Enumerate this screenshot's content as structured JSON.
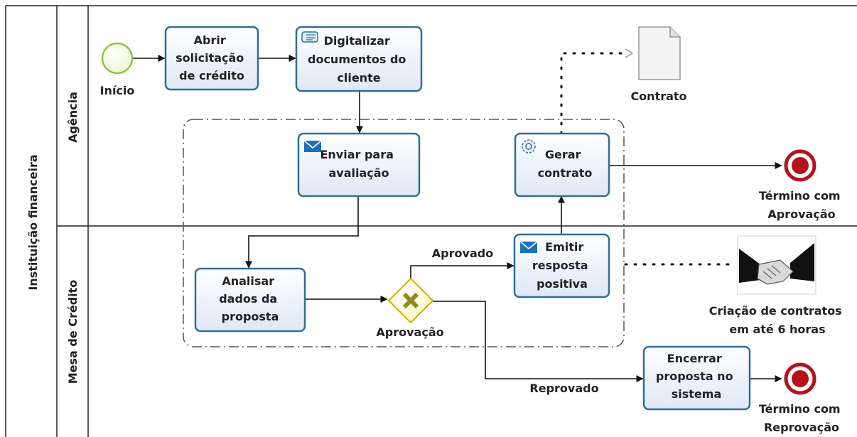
{
  "pool": {
    "label": "Instituição financeira"
  },
  "lanes": [
    {
      "label": "Agência"
    },
    {
      "label": "Mesa de Crédito"
    }
  ],
  "events": {
    "start": {
      "label": "Início"
    },
    "end_approval": {
      "label_lines": [
        "Término com",
        "Aprovação"
      ]
    },
    "end_rejection": {
      "label_lines": [
        "Término com",
        "Reprovação"
      ]
    }
  },
  "tasks": {
    "abrir": {
      "lines": [
        "Abrir",
        "solicitação",
        "de crédito"
      ],
      "icon": "none"
    },
    "digitalizar": {
      "lines": [
        "Digitalizar",
        "documentos do",
        "cliente"
      ],
      "icon": "manual-task-icon"
    },
    "enviar": {
      "lines": [
        "Enviar para",
        "avaliação"
      ],
      "icon": "envelope-icon"
    },
    "gerar": {
      "lines": [
        "Gerar",
        "contrato"
      ],
      "icon": "gear-icon"
    },
    "analisar": {
      "lines": [
        "Analisar",
        "dados da",
        "proposta"
      ],
      "icon": "none"
    },
    "emitir": {
      "lines": [
        "Emitir",
        "resposta",
        "positiva"
      ],
      "icon": "envelope-icon"
    },
    "encerrar": {
      "lines": [
        "Encerrar",
        "proposta no",
        "sistema"
      ],
      "icon": "none"
    }
  },
  "gateway": {
    "label": "Aprovação",
    "type": "exclusive"
  },
  "flow_labels": {
    "aprovado": "Aprovado",
    "reprovado": "Reprovado"
  },
  "artifacts": {
    "contrato": {
      "label": "Contrato"
    },
    "handshake": {
      "label_lines": [
        "Criação de contratos",
        "em até 6 horas"
      ],
      "icon": "handshake-image"
    }
  },
  "colors": {
    "task_border": "#2d6e9c",
    "task_fill_top": "#ffffff",
    "task_fill_bottom": "#dfe8f5",
    "start_event": "#8dc63f",
    "end_event": "#b5121b"
  }
}
